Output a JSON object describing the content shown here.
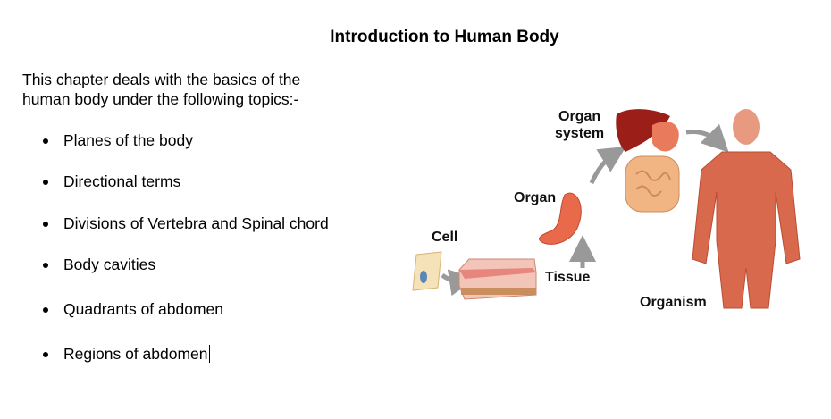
{
  "title": "Introduction to Human Body",
  "intro": {
    "line1": "This chapter deals with the basics of the",
    "line2": "human body under the following topics:-"
  },
  "topics": [
    "Planes of the body",
    "Directional terms",
    "Divisions of Vertebra and Spinal chord",
    "Body cavities",
    "Quadrants of abdomen",
    "Regions of abdomen"
  ],
  "diagram": {
    "cell": "Cell",
    "tissue": "Tissue",
    "organ": "Organ",
    "organ_system_line1": "Organ",
    "organ_system_line2": "system",
    "organism": "Organism"
  }
}
